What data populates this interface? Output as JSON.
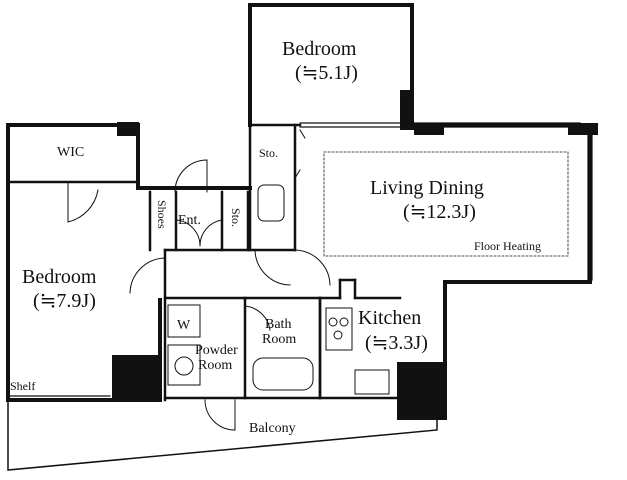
{
  "rooms": {
    "bedroom_top": {
      "name": "Bedroom",
      "size": "(≒5.1J)"
    },
    "living_dining": {
      "name": "Living Dining",
      "size": "(≒12.3J)",
      "note": "Floor Heating"
    },
    "bedroom_left": {
      "name": "Bedroom",
      "size": "(≒7.9J)"
    },
    "kitchen": {
      "name": "Kitchen",
      "size": "(≒3.3J)"
    },
    "wic": {
      "name": "WIC"
    },
    "storage_top": {
      "name": "Sto."
    },
    "storage_entry": {
      "name": "Sto."
    },
    "shoes": {
      "name": "Shoes"
    },
    "entrance": {
      "name": "Ent."
    },
    "bath": {
      "line1": "Bath",
      "line2": "Room"
    },
    "powder": {
      "line1": "Powder",
      "line2": "Room"
    },
    "washer": {
      "name": "W"
    },
    "shelf": {
      "name": "Shelf"
    },
    "balcony": {
      "name": "Balcony"
    }
  }
}
